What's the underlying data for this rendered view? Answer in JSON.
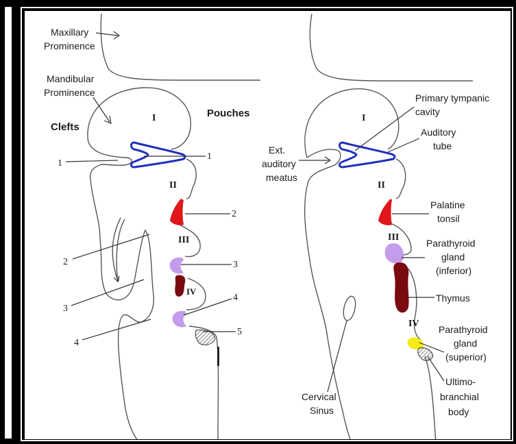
{
  "left_diagram": {
    "maxillary_label": [
      "Maxillary",
      "Prominence"
    ],
    "mandibular_label": [
      "Mandibular",
      "Prominence"
    ],
    "clefts_heading": "Clefts",
    "pouches_heading": "Pouches",
    "arches": [
      "I",
      "II",
      "III",
      "IV"
    ],
    "cleft_numbers": [
      "1",
      "2",
      "3",
      "4"
    ],
    "pouch_numbers": [
      "1",
      "2",
      "3",
      "4",
      "5"
    ]
  },
  "right_diagram": {
    "arches": [
      "I",
      "II",
      "III",
      "IV"
    ],
    "primary_tympanic_cavity": [
      "Primary tympanic",
      "cavity"
    ],
    "auditory_tube": [
      "Auditory",
      "tube"
    ],
    "external_auditory_meatus": [
      "Ext.",
      "auditory",
      "meatus"
    ],
    "palatine_tonsil": [
      "Palatine",
      "tonsil"
    ],
    "parathyroid_inferior": [
      "Parathyroid",
      "gland",
      "(inferior)"
    ],
    "thymus": "Thymus",
    "parathyroid_superior": [
      "Parathyroid",
      "gland",
      "(superior)"
    ],
    "ultimobranchial_body": [
      "Ultimo-",
      "branchial",
      "body"
    ],
    "cervical_sinus": [
      "Cervical",
      "Sinus"
    ]
  },
  "colors": {
    "pouch_1": "#1f2fbf",
    "pouch_2": "#e0161b",
    "pouch_3": "#c49cec",
    "thymus": "#7a0a10",
    "pouch_4": "#c49cec",
    "parathyroid_superior": "#f5ea1a",
    "outline": "#555555"
  }
}
